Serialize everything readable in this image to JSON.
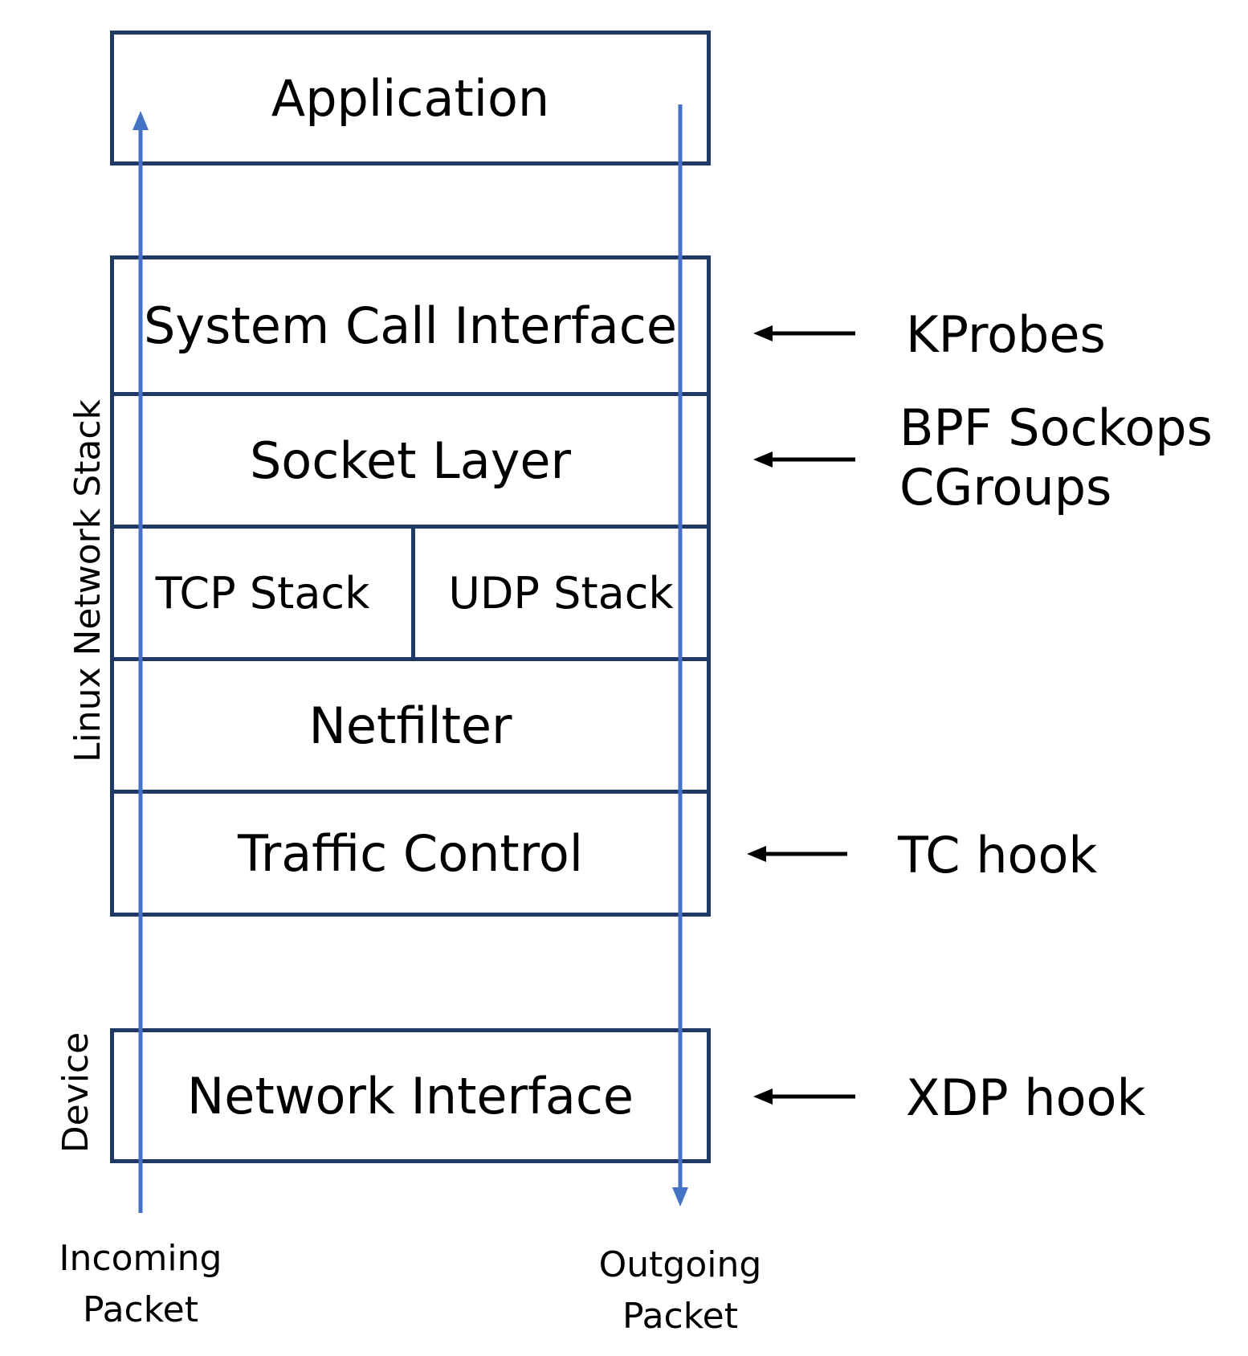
{
  "application": {
    "label": "Application"
  },
  "stack": {
    "side_label": "Linux Network Stack",
    "layers": {
      "syscall": "System Call Interface",
      "socket": "Socket Layer",
      "tcp": "TCP Stack",
      "udp": "UDP Stack",
      "netfilter": "Netfilter",
      "traffic_control": "Traffic Control"
    }
  },
  "device": {
    "side_label": "Device",
    "layer": "Network Interface"
  },
  "hooks": {
    "kprobes": "KProbes",
    "bpf_sockops_line1": "BPF Sockops",
    "bpf_sockops_line2": "CGroups",
    "tc": "TC hook",
    "xdp": "XDP hook"
  },
  "flows": {
    "incoming_line1": "Incoming",
    "incoming_line2": "Packet",
    "outgoing_line1": "Outgoing",
    "outgoing_line2": "Packet"
  },
  "colors": {
    "box_border": "#1f3864",
    "flow_arrow": "#4472c4",
    "hook_arrow": "#000000"
  }
}
